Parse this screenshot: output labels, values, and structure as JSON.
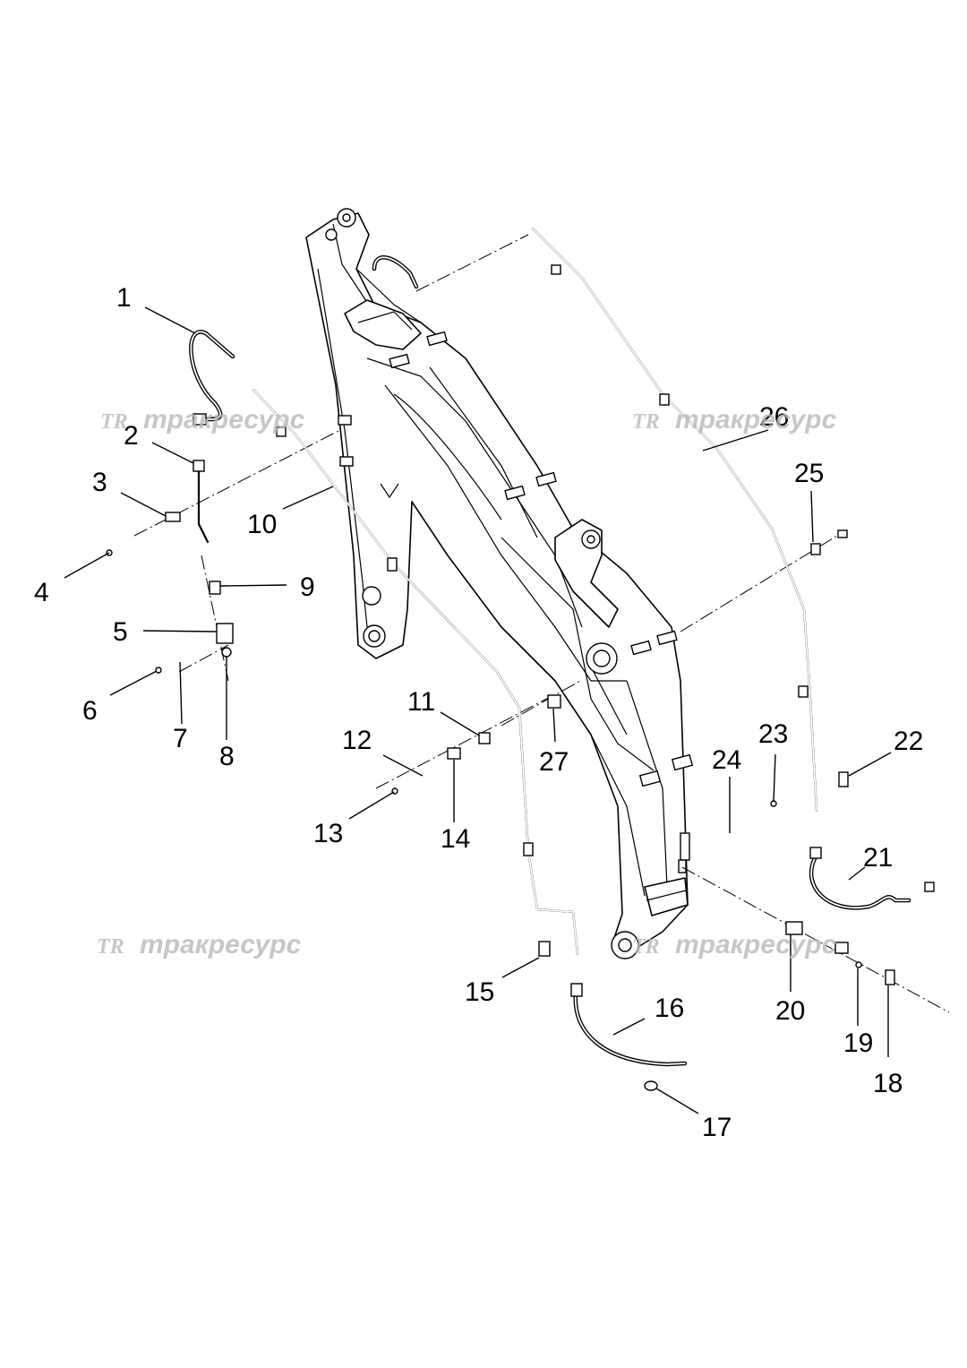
{
  "diagram": {
    "callouts": [
      "1",
      "2",
      "3",
      "4",
      "5",
      "6",
      "7",
      "8",
      "9",
      "10",
      "11",
      "12",
      "13",
      "14",
      "15",
      "16",
      "17",
      "18",
      "19",
      "20",
      "21",
      "22",
      "23",
      "24",
      "25",
      "26",
      "27"
    ],
    "watermark": {
      "logo": "TR",
      "text": "тракресурс"
    }
  }
}
